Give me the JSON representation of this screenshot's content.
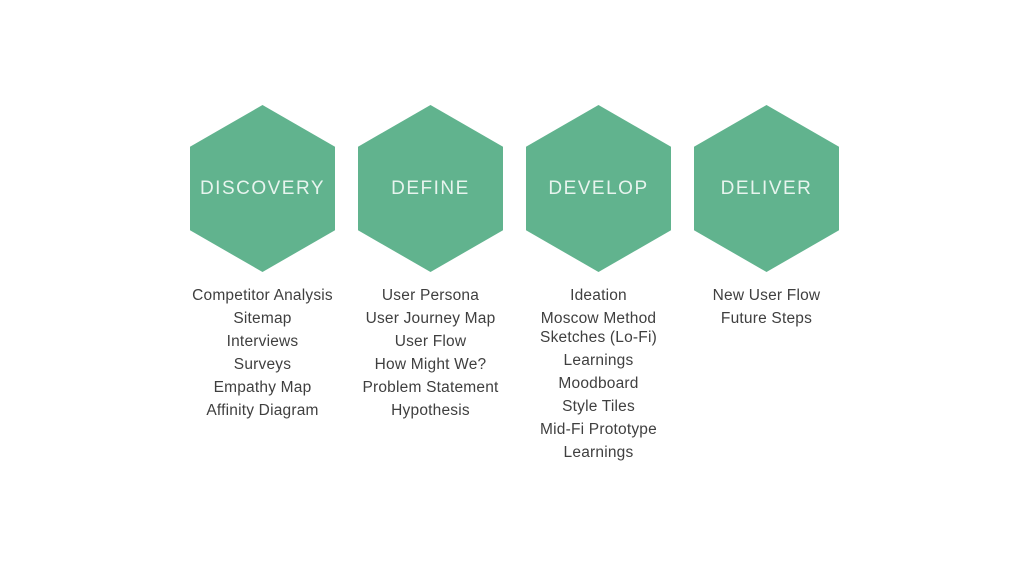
{
  "theme": {
    "background": "#ffffff",
    "hexagon_fill": "#61b38e",
    "hexagon_label_color": "#dcede4",
    "list_text_color": "#3f3f3f"
  },
  "stages": [
    {
      "label": "DISCOVERY",
      "items": [
        "Competitor Analysis",
        "Sitemap",
        "Interviews",
        "Surveys",
        "Empathy Map",
        "Affinity Diagram"
      ]
    },
    {
      "label": "DEFINE",
      "items": [
        "User Persona",
        "User Journey Map",
        "User Flow",
        "How Might We?",
        "Problem Statement",
        "Hypothesis"
      ]
    },
    {
      "label": "DEVELOP",
      "items": [
        "Ideation",
        "Moscow Method",
        "Sketches (Lo-Fi)",
        "Learnings",
        "Moodboard",
        "Style Tiles",
        "Mid-Fi Prototype",
        "Learnings"
      ]
    },
    {
      "label": "DELIVER",
      "items": [
        "New User Flow",
        "Future Steps"
      ]
    }
  ]
}
